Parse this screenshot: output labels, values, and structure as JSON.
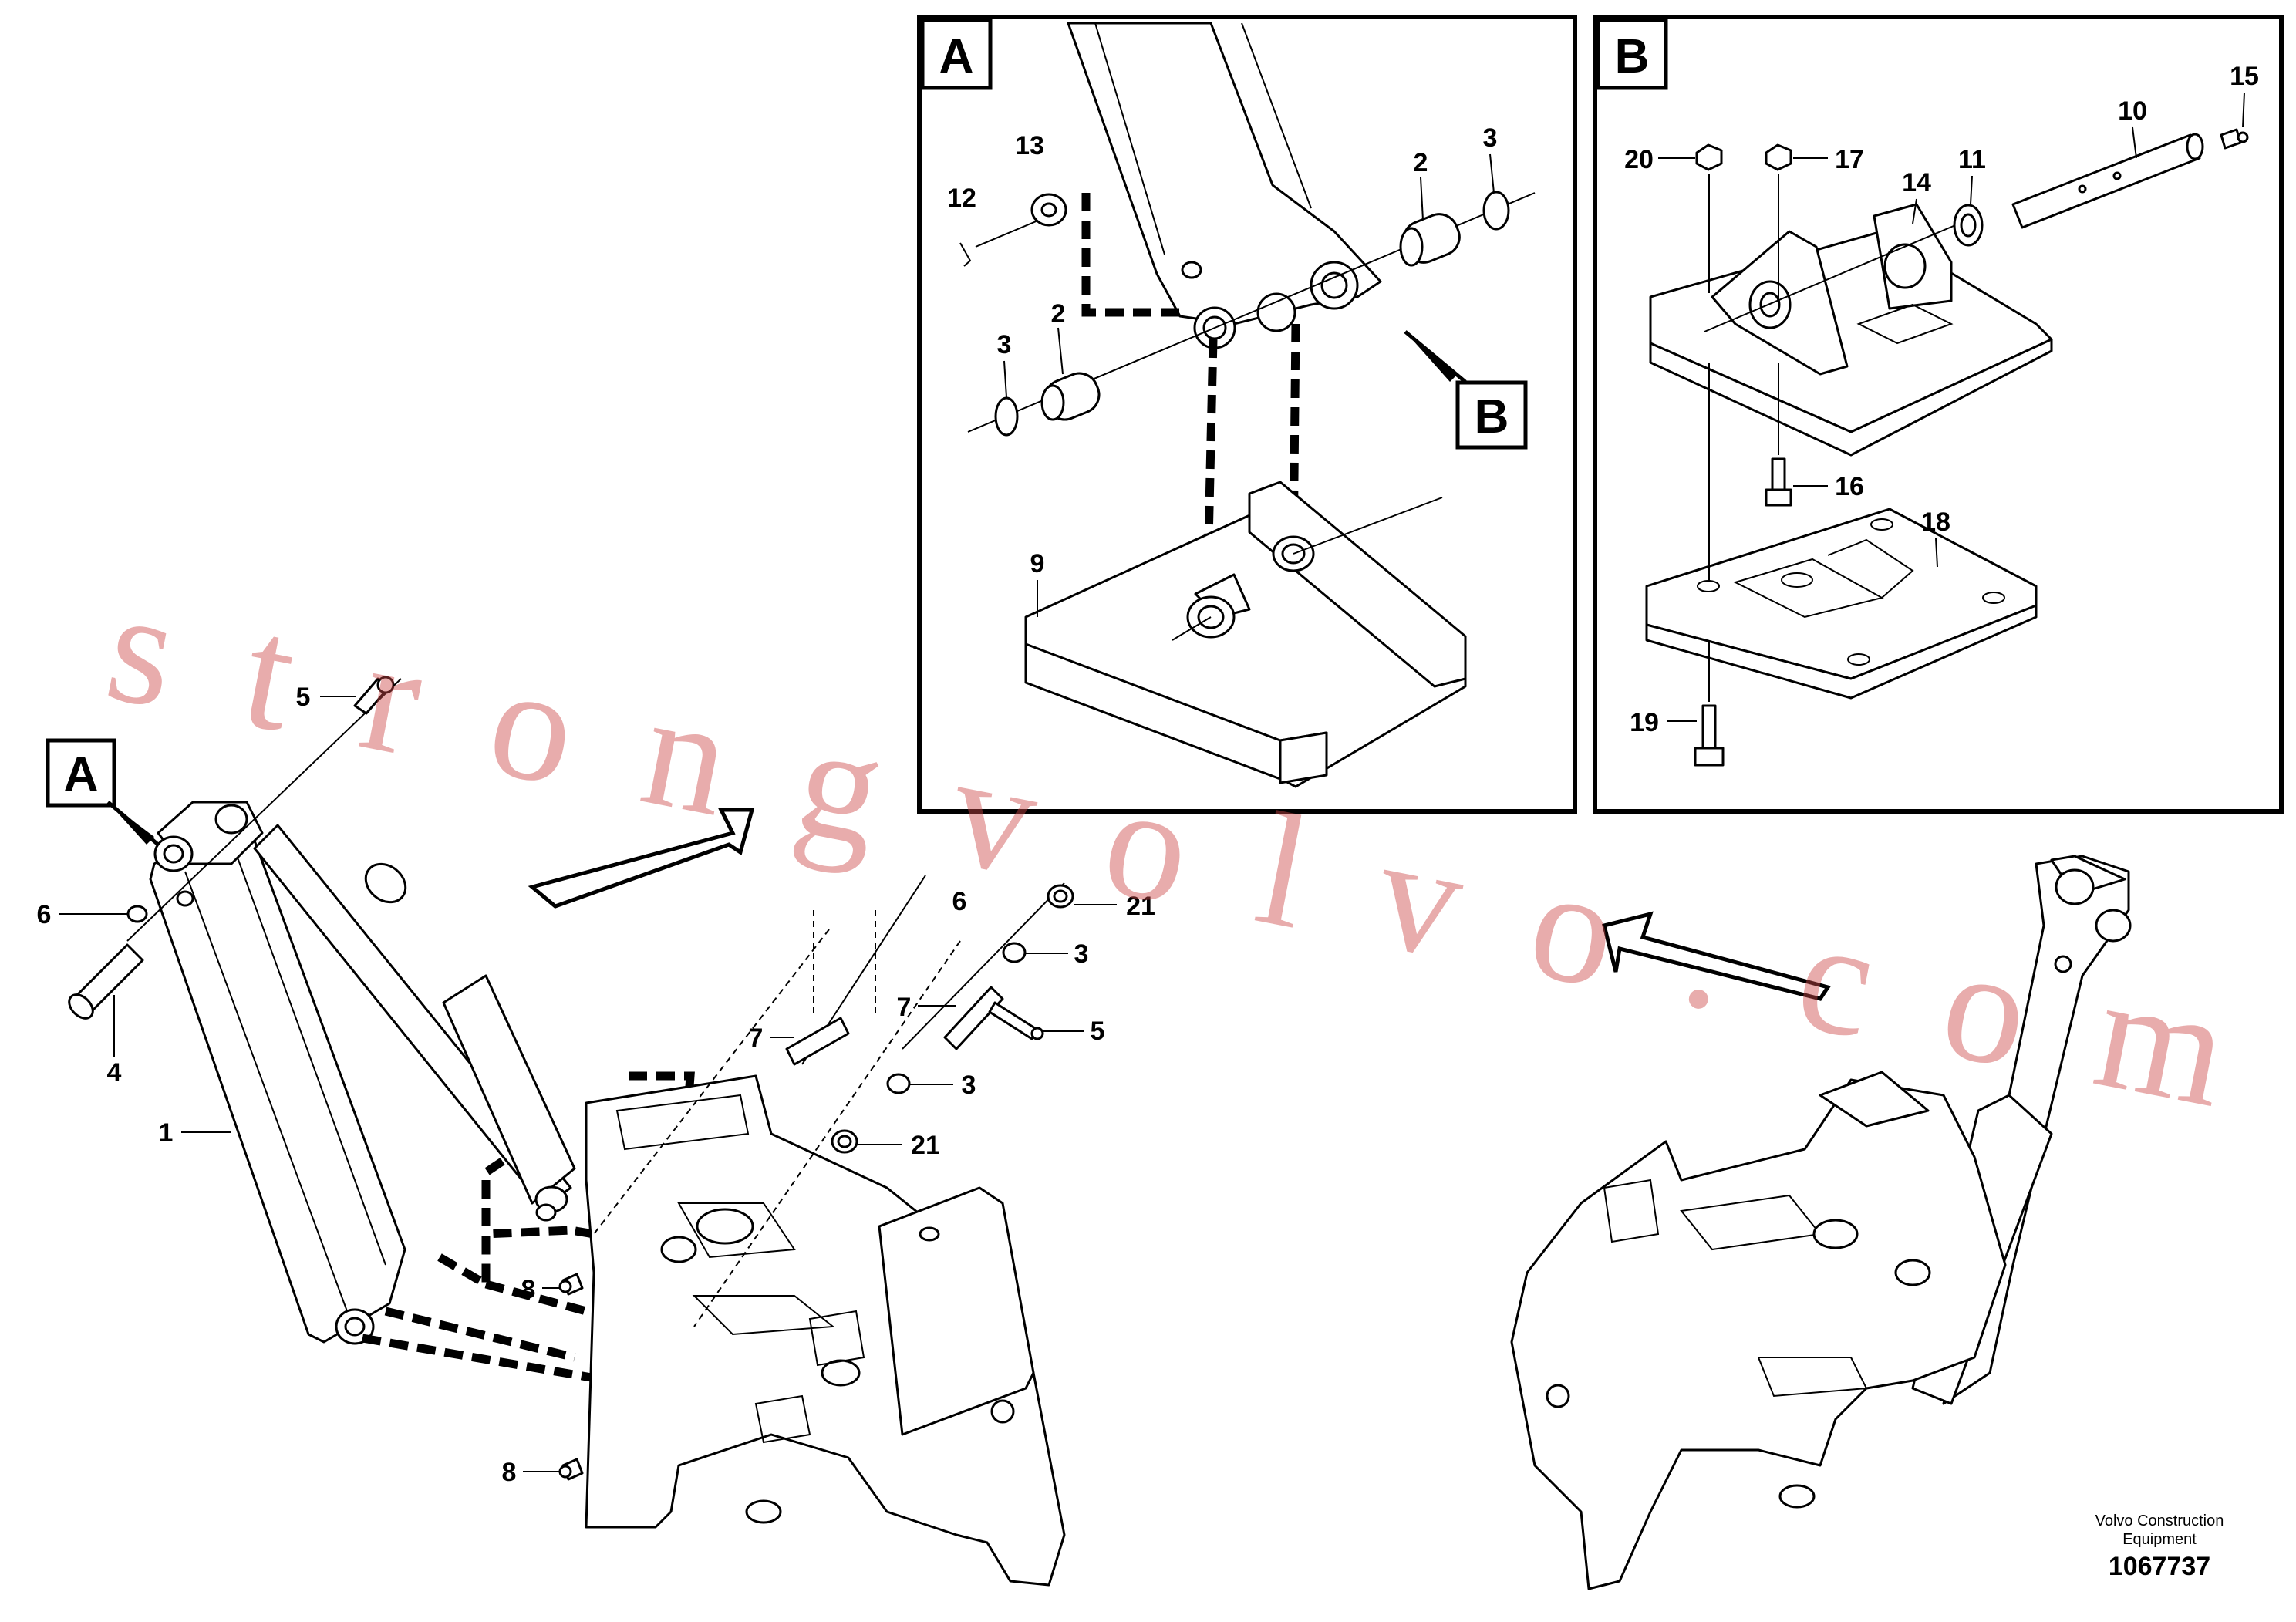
{
  "detail_a": {
    "letter": "A",
    "ref_letter": "B"
  },
  "detail_b": {
    "letter": "B"
  },
  "main_ref": {
    "letter": "A"
  },
  "callouts": {
    "a2": "2",
    "a3": "3",
    "a12": "12",
    "a13": "13",
    "a2b": "2",
    "a3b": "3",
    "a9": "9",
    "b10": "10",
    "b11": "11",
    "b14": "14",
    "b15": "15",
    "b16": "16",
    "b17": "17",
    "b18": "18",
    "b19": "19",
    "b20": "20",
    "m1": "1",
    "m3a": "3",
    "m3b": "3",
    "m4": "4",
    "m5a": "5",
    "m5b": "5",
    "m6a": "6",
    "m6b": "6",
    "m7a": "7",
    "m7b": "7",
    "m8a": "8",
    "m8b": "8",
    "m21a": "21",
    "m21b": "21"
  },
  "watermark": "strongvolvo.com",
  "footer": {
    "company_line1": "Volvo Construction",
    "company_line2": "Equipment",
    "figure_number": "1067737"
  }
}
